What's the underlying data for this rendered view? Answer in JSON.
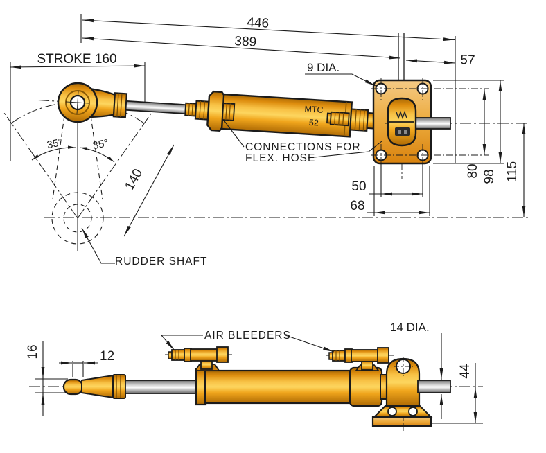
{
  "drawing": {
    "product_model": {
      "mtc": "MTC",
      "size": "52"
    },
    "top_view": {
      "overall_length": "446",
      "body_length": "389",
      "rod_end_offset": "57",
      "stroke": "STROKE 160",
      "mount_hole_dia": "9 DIA.",
      "swing_angle_left": "35°",
      "swing_angle_right": "35°",
      "tiller_radius": "140",
      "bolt_spacing_h": "50",
      "flange_width": "68",
      "bolt_spacing_v": "80",
      "flange_height": "98",
      "axis_offset": "115",
      "rudder_shaft_label": "RUDDER SHAFT",
      "connections_label_line1": "CONNECTIONS FOR",
      "connections_label_line2": "FLEX. HOSE"
    },
    "side_view": {
      "rod_end_thickness": "16",
      "rod_end_width": "12",
      "air_bleeders_label": "AIR BLEEDERS",
      "rod_dia": "14 DIA.",
      "base_height": "44"
    },
    "colors": {
      "gold": "#E8980F",
      "gold_light": "#FDD65F",
      "gold_dark": "#AE6A04",
      "flange_light": "#F4CA85",
      "steel_light": "#EFEFEF",
      "steel_dark": "#6E6E6E",
      "line": "#1B1B1B",
      "background": "#FFFFFF"
    }
  }
}
